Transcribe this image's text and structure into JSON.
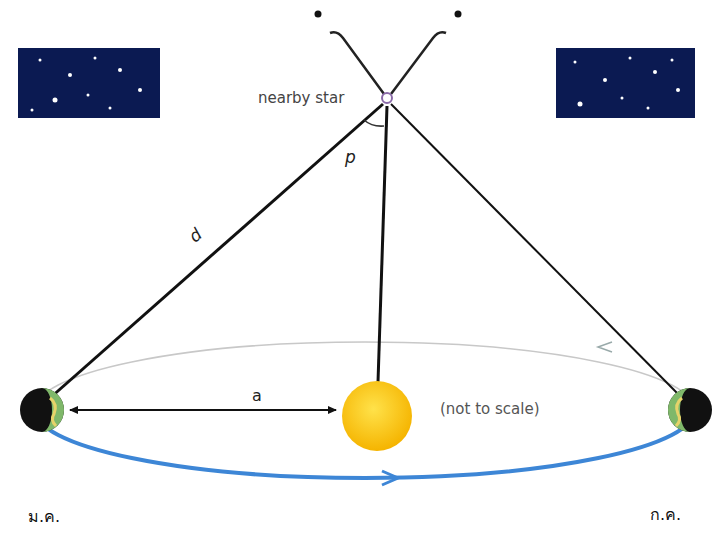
{
  "diagram": {
    "labels": [
      "nearby star",
      "p",
      "d",
      "a",
      "(not to scale)",
      "ม.ค.",
      "ก.ค."
    ]
  }
}
